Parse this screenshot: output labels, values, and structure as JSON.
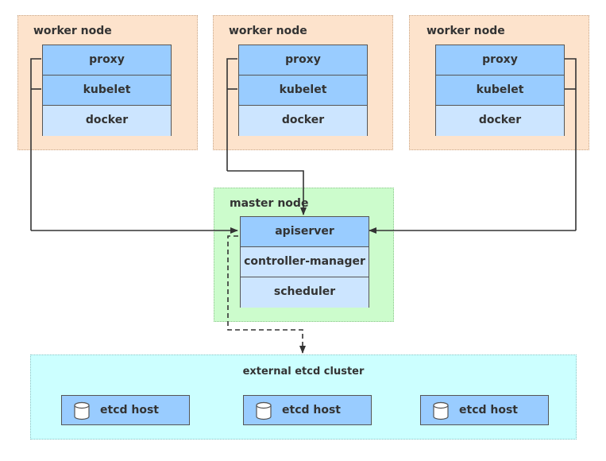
{
  "worker_nodes": [
    {
      "title": "worker node",
      "components": [
        "proxy",
        "kubelet",
        "docker"
      ]
    },
    {
      "title": "worker node",
      "components": [
        "proxy",
        "kubelet",
        "docker"
      ]
    },
    {
      "title": "worker node",
      "components": [
        "proxy",
        "kubelet",
        "docker"
      ]
    }
  ],
  "master_node": {
    "title": "master node",
    "components": [
      "apiserver",
      "controller-manager",
      "scheduler"
    ]
  },
  "etcd_cluster": {
    "title": "external etcd cluster",
    "hosts": [
      "etcd host",
      "etcd host",
      "etcd host"
    ]
  },
  "colors": {
    "worker_bg": "#fde3cc",
    "master_bg": "#ccfccc",
    "etcd_bg": "#ccffff",
    "component_dark": "#99ccff",
    "component_light": "#cce5ff",
    "connector": "#333333"
  },
  "icons": {
    "etcd_host": "database-cylinder-icon"
  }
}
